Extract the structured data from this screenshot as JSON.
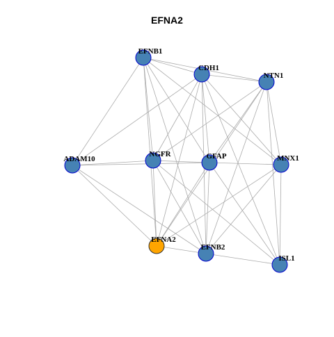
{
  "title": "EFNA2",
  "colors": {
    "node_fill": "#4682B4",
    "node_stroke": "#0000CD",
    "focus_fill": "#FFA500",
    "focus_stroke": "#333333",
    "edge": "#AAAAAA"
  },
  "nodes": [
    {
      "id": "EFNB1",
      "label": "EFNB1",
      "focus": false
    },
    {
      "id": "CDH1",
      "label": "CDH1",
      "focus": false
    },
    {
      "id": "NTN1",
      "label": "NTN1",
      "focus": false
    },
    {
      "id": "ADAM10",
      "label": "ADAM10",
      "focus": false
    },
    {
      "id": "NGFR",
      "label": "NGFR",
      "focus": false
    },
    {
      "id": "GFAP",
      "label": "GFAP",
      "focus": false
    },
    {
      "id": "MNX1",
      "label": "MNX1",
      "focus": false
    },
    {
      "id": "EFNA2",
      "label": "EFNA2",
      "focus": true
    },
    {
      "id": "EFNB2",
      "label": "EFNB2",
      "focus": false
    },
    {
      "id": "ISL1",
      "label": "ISL1",
      "focus": false
    }
  ],
  "edges": [
    [
      "EFNB1",
      "CDH1"
    ],
    [
      "EFNB1",
      "NTN1"
    ],
    [
      "EFNB1",
      "ADAM10"
    ],
    [
      "EFNB1",
      "NGFR"
    ],
    [
      "EFNB1",
      "GFAP"
    ],
    [
      "EFNB1",
      "MNX1"
    ],
    [
      "EFNB1",
      "EFNA2"
    ],
    [
      "EFNB1",
      "EFNB2"
    ],
    [
      "CDH1",
      "NTN1"
    ],
    [
      "CDH1",
      "ADAM10"
    ],
    [
      "CDH1",
      "NGFR"
    ],
    [
      "CDH1",
      "GFAP"
    ],
    [
      "CDH1",
      "MNX1"
    ],
    [
      "CDH1",
      "EFNB2"
    ],
    [
      "CDH1",
      "ISL1"
    ],
    [
      "CDH1",
      "EFNA2"
    ],
    [
      "NTN1",
      "NGFR"
    ],
    [
      "NTN1",
      "GFAP"
    ],
    [
      "NTN1",
      "MNX1"
    ],
    [
      "NTN1",
      "ISL1"
    ],
    [
      "NTN1",
      "EFNB2"
    ],
    [
      "NTN1",
      "EFNA2"
    ],
    [
      "ADAM10",
      "NGFR"
    ],
    [
      "ADAM10",
      "GFAP"
    ],
    [
      "ADAM10",
      "EFNA2"
    ],
    [
      "ADAM10",
      "EFNB2"
    ],
    [
      "NGFR",
      "GFAP"
    ],
    [
      "NGFR",
      "EFNA2"
    ],
    [
      "NGFR",
      "EFNB2"
    ],
    [
      "NGFR",
      "ISL1"
    ],
    [
      "GFAP",
      "MNX1"
    ],
    [
      "GFAP",
      "EFNA2"
    ],
    [
      "GFAP",
      "EFNB2"
    ],
    [
      "GFAP",
      "ISL1"
    ],
    [
      "MNX1",
      "EFNA2"
    ],
    [
      "MNX1",
      "EFNB2"
    ],
    [
      "MNX1",
      "ISL1"
    ],
    [
      "EFNA2",
      "EFNB2"
    ],
    [
      "EFNB2",
      "ISL1"
    ]
  ]
}
